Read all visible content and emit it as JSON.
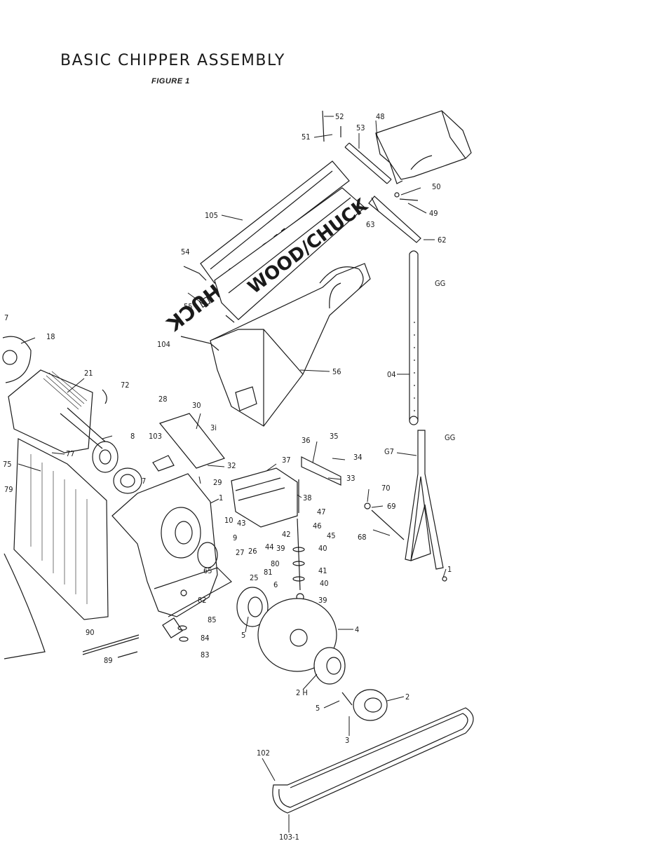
{
  "title": "BASIC CHIPPER ASSEMBLY",
  "subtitle": "FIGURE 1",
  "brand_text": "WOOD/CHUCK",
  "callouts": [
    {
      "id": "c52",
      "text": "52"
    },
    {
      "id": "c51",
      "text": "51"
    },
    {
      "id": "c53",
      "text": "53"
    },
    {
      "id": "c48",
      "text": "48"
    },
    {
      "id": "c50",
      "text": "50"
    },
    {
      "id": "c49",
      "text": "49"
    },
    {
      "id": "c63",
      "text": "63"
    },
    {
      "id": "c62",
      "text": "62"
    },
    {
      "id": "c105",
      "text": "105"
    },
    {
      "id": "c54",
      "text": "54"
    },
    {
      "id": "c55",
      "text": "55"
    },
    {
      "id": "c66a",
      "text": "GG"
    },
    {
      "id": "c104",
      "text": "104"
    },
    {
      "id": "c56",
      "text": "56"
    },
    {
      "id": "c04",
      "text": "04"
    },
    {
      "id": "c7a",
      "text": "7"
    },
    {
      "id": "c18",
      "text": "18"
    },
    {
      "id": "c21",
      "text": "21"
    },
    {
      "id": "c72",
      "text": "72"
    },
    {
      "id": "c28",
      "text": "28"
    },
    {
      "id": "c30",
      "text": "30"
    },
    {
      "id": "c31",
      "text": "3i"
    },
    {
      "id": "c66b",
      "text": "GG"
    },
    {
      "id": "c67",
      "text": "G7"
    },
    {
      "id": "c8",
      "text": "8"
    },
    {
      "id": "c103",
      "text": "103"
    },
    {
      "id": "c36",
      "text": "36"
    },
    {
      "id": "c35",
      "text": "35"
    },
    {
      "id": "c34",
      "text": "34"
    },
    {
      "id": "c37",
      "text": "37"
    },
    {
      "id": "c77",
      "text": "77"
    },
    {
      "id": "c75",
      "text": "75"
    },
    {
      "id": "c7b",
      "text": "7"
    },
    {
      "id": "c32",
      "text": "32"
    },
    {
      "id": "c33",
      "text": "33"
    },
    {
      "id": "c29",
      "text": "29"
    },
    {
      "id": "c70",
      "text": "70"
    },
    {
      "id": "c79",
      "text": "79"
    },
    {
      "id": "c38",
      "text": "38"
    },
    {
      "id": "c1a",
      "text": "1"
    },
    {
      "id": "c69",
      "text": "69"
    },
    {
      "id": "c47",
      "text": "47"
    },
    {
      "id": "c10",
      "text": "10"
    },
    {
      "id": "c43",
      "text": "43"
    },
    {
      "id": "c46",
      "text": "46"
    },
    {
      "id": "c9",
      "text": "9"
    },
    {
      "id": "c42",
      "text": "42"
    },
    {
      "id": "c45",
      "text": "45"
    },
    {
      "id": "c68",
      "text": "68"
    },
    {
      "id": "c44",
      "text": "44"
    },
    {
      "id": "c39a",
      "text": "39"
    },
    {
      "id": "c40a",
      "text": "40"
    },
    {
      "id": "c27",
      "text": "27"
    },
    {
      "id": "c26",
      "text": "26"
    },
    {
      "id": "c80",
      "text": "80"
    },
    {
      "id": "c41",
      "text": "41"
    },
    {
      "id": "c65",
      "text": "65"
    },
    {
      "id": "c81",
      "text": "81"
    },
    {
      "id": "c25",
      "text": "25"
    },
    {
      "id": "c1b",
      "text": "1"
    },
    {
      "id": "c6",
      "text": "6"
    },
    {
      "id": "c40b",
      "text": "40"
    },
    {
      "id": "c82",
      "text": "82"
    },
    {
      "id": "c39b",
      "text": "39"
    },
    {
      "id": "c85",
      "text": "85"
    },
    {
      "id": "c4",
      "text": "4"
    },
    {
      "id": "c5a",
      "text": "5"
    },
    {
      "id": "c90",
      "text": "90"
    },
    {
      "id": "c84",
      "text": "84"
    },
    {
      "id": "c83",
      "text": "83"
    },
    {
      "id": "c89",
      "text": "89"
    },
    {
      "id": "c2h",
      "text": "2 H"
    },
    {
      "id": "c2",
      "text": "2"
    },
    {
      "id": "c5b",
      "text": "5"
    },
    {
      "id": "c3",
      "text": "3"
    },
    {
      "id": "c102",
      "text": "102"
    },
    {
      "id": "c1031",
      "text": "103-1"
    }
  ]
}
